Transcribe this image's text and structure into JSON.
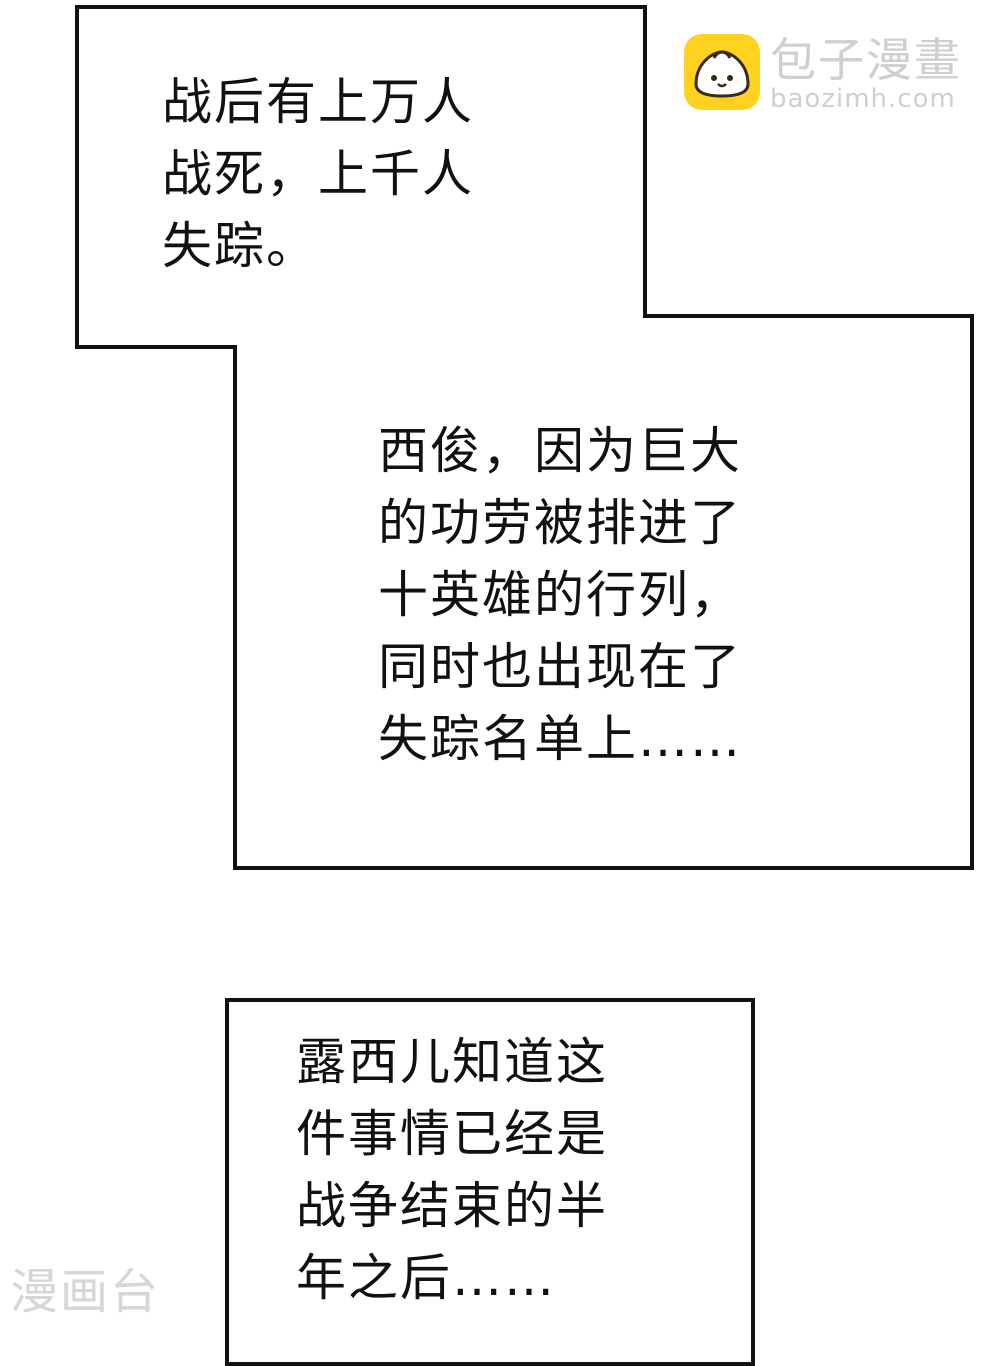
{
  "captions": [
    {
      "text": "战后有上万人\n战死，上千人\n失踪。"
    },
    {
      "text": "西俊，因为巨大\n的功劳被排进了\n十英雄的行列，\n同时也出现在了\n失踪名单上……"
    },
    {
      "text": "露西儿知道这\n件事情已经是\n战争结束的半\n年之后……"
    }
  ],
  "logo": {
    "title": "包子漫畫",
    "url": "baozimh.com",
    "icon": "steamed-bun-icon",
    "accent_color": "#ffd21f"
  },
  "watermark": {
    "text": "漫画台"
  }
}
